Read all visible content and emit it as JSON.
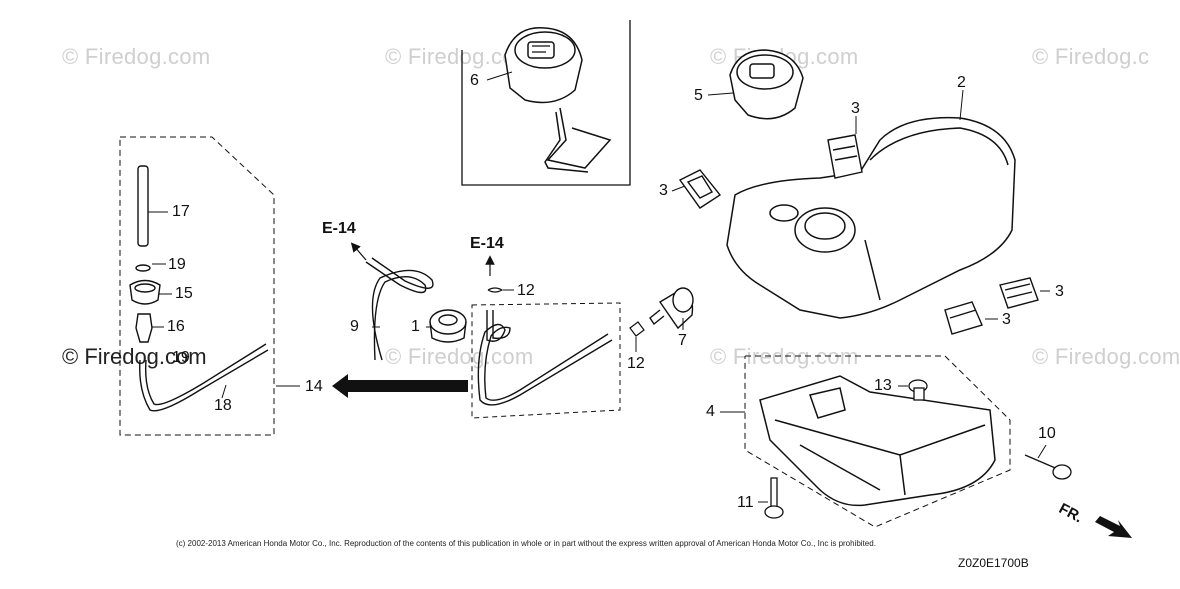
{
  "watermarks": [
    "© Firedog.com",
    "© Firedog.com",
    "© Firedog.com",
    "© Firedog.c",
    "© Firedog.com",
    "© Firedog.com",
    "© Firedog.com",
    "© Firedog.com"
  ],
  "callouts": {
    "c1": "1",
    "c2": "2",
    "c3a": "3",
    "c3b": "3",
    "c3c": "3",
    "c3d": "3",
    "c4": "4",
    "c5": "5",
    "c6": "6",
    "c7": "7",
    "c9": "9",
    "c10": "10",
    "c11": "11",
    "c12a": "12",
    "c12b": "12",
    "c13": "13",
    "c14": "14",
    "c15": "15",
    "c16": "16",
    "c17": "17",
    "c18": "18",
    "c19a": "19",
    "c19b": "19"
  },
  "references": {
    "left": "E-14",
    "right": "E-14"
  },
  "direction_label": "FR.",
  "copyright": "(c) 2002-2013 American Honda Motor Co., Inc. Reproduction of the contents of this publication in whole or in part without the express written approval of American Honda Motor Co., Inc is prohibited.",
  "diagram_code": "Z0Z0E1700B"
}
